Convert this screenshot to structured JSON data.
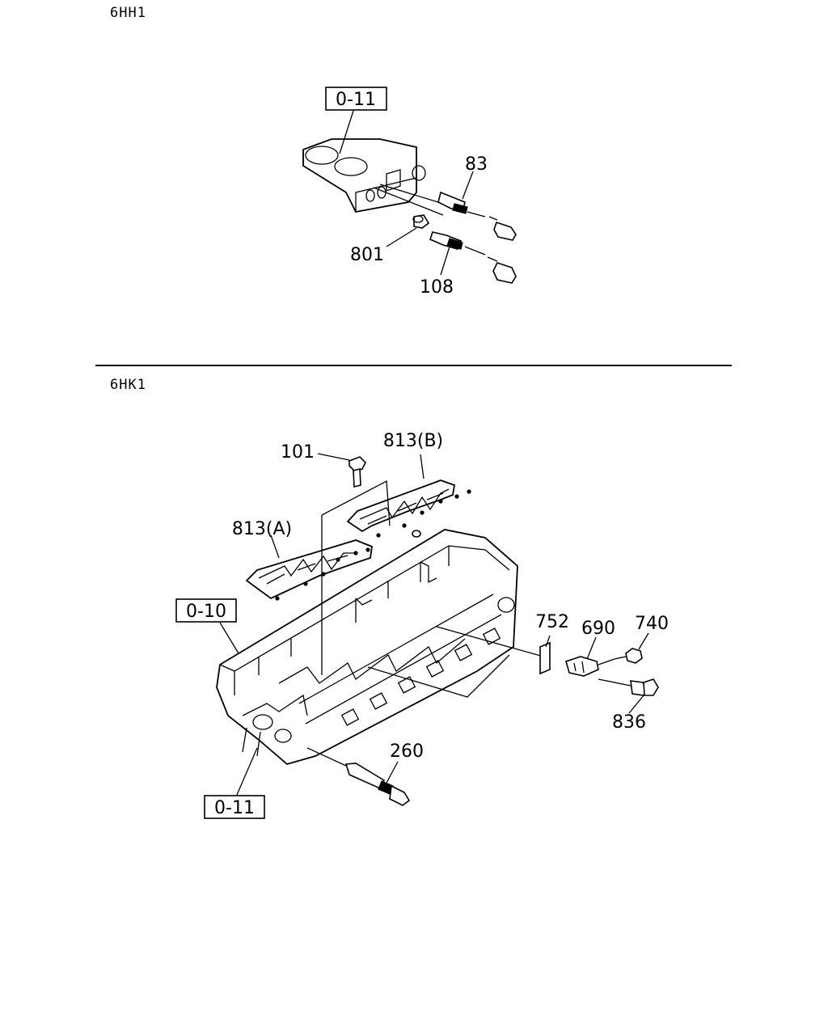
{
  "sections": [
    {
      "model": "6HH1"
    },
    {
      "model": "6HK1"
    }
  ],
  "callouts": {
    "top_ref_0_11": "0-11",
    "p83": "83",
    "p801": "801",
    "p108": "108",
    "p101": "101",
    "p813b": "813(B)",
    "p813a": "813(A)",
    "ref_0_10": "0-10",
    "p752": "752",
    "p690": "690",
    "p740": "740",
    "p836": "836",
    "p260": "260",
    "bottom_ref_0_11": "0-11"
  }
}
